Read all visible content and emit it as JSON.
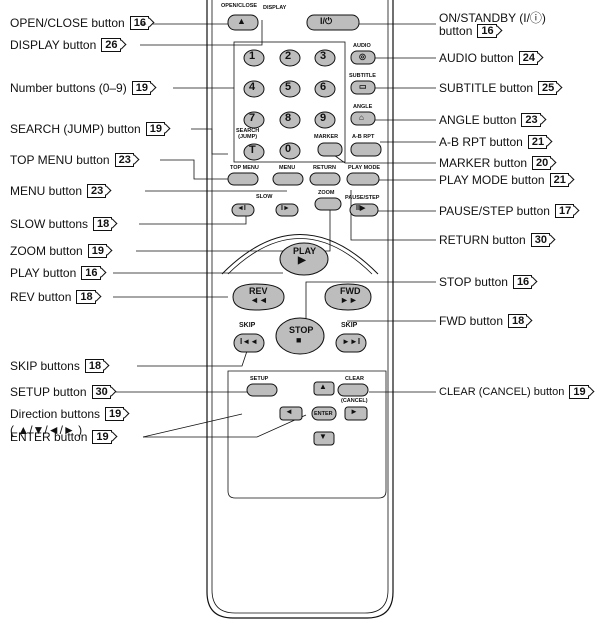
{
  "labels": {
    "open_close": {
      "text": "OPEN/CLOSE button",
      "page": "16"
    },
    "display": {
      "text": "DISPLAY button",
      "page": "26"
    },
    "number": {
      "text": "Number buttons (0–9)",
      "page": "19"
    },
    "search": {
      "text": "SEARCH (JUMP) button",
      "page": "19"
    },
    "top_menu": {
      "text": "TOP MENU button",
      "page": "23"
    },
    "menu": {
      "text": "MENU button",
      "page": "23"
    },
    "slow": {
      "text": "SLOW buttons",
      "page": "18"
    },
    "zoom": {
      "text": "ZOOM button",
      "page": "19"
    },
    "play": {
      "text": "PLAY button",
      "page": "16"
    },
    "rev": {
      "text": "REV button",
      "page": "18"
    },
    "skip": {
      "text": "SKIP buttons",
      "page": "18"
    },
    "setup": {
      "text": "SETUP button",
      "page": "30"
    },
    "direction": {
      "text": "Direction buttons",
      "page": "19",
      "sub": "( ▲/▼/◄/► )"
    },
    "enter": {
      "text": "ENTER button",
      "page": "19"
    },
    "on_standby": {
      "text": "ON/STANDBY (I/ⓘ)",
      "text2": "button",
      "page": "16"
    },
    "audio": {
      "text": "AUDIO button",
      "page": "24"
    },
    "subtitle": {
      "text": "SUBTITLE button",
      "page": "25"
    },
    "angle": {
      "text": "ANGLE button",
      "page": "23"
    },
    "ab_rpt": {
      "text": "A-B RPT button",
      "page": "21"
    },
    "marker": {
      "text": "MARKER button",
      "page": "20"
    },
    "play_mode": {
      "text": "PLAY MODE button",
      "page": "21"
    },
    "pause_step": {
      "text": "PAUSE/STEP button",
      "page": "17"
    },
    "return": {
      "text": "RETURN button",
      "page": "30"
    },
    "stop": {
      "text": "STOP button",
      "page": "16"
    },
    "fwd": {
      "text": "FWD button",
      "page": "18"
    },
    "clear": {
      "text": "CLEAR (CANCEL) button",
      "page": "19"
    }
  },
  "remote": {
    "open_close": "OPEN/CLOSE",
    "display": "DISPLAY",
    "audio": "AUDIO",
    "subtitle": "SUBTITLE",
    "angle": "ANGLE",
    "search_1": "SEARCH",
    "search_2": "(JUMP)",
    "marker": "MARKER",
    "ab_rpt": "A-B RPT",
    "top_menu": "TOP MENU",
    "menu": "MENU",
    "return": "RETURN",
    "play_mode": "PLAY MODE",
    "slow": "SLOW",
    "zoom": "ZOOM",
    "pause_step": "PAUSE/STEP",
    "play": "PLAY",
    "rev": "REV",
    "fwd": "FWD",
    "stop": "STOP",
    "skip_l": "SKIP",
    "skip_r": "SKIP",
    "setup": "SETUP",
    "clear_1": "CLEAR",
    "clear_2": "(CANCEL)",
    "enter": "ENTER",
    "digits": [
      "1",
      "2",
      "3",
      "4",
      "5",
      "6",
      "7",
      "8",
      "9",
      "0"
    ],
    "search_glyph": "T"
  }
}
